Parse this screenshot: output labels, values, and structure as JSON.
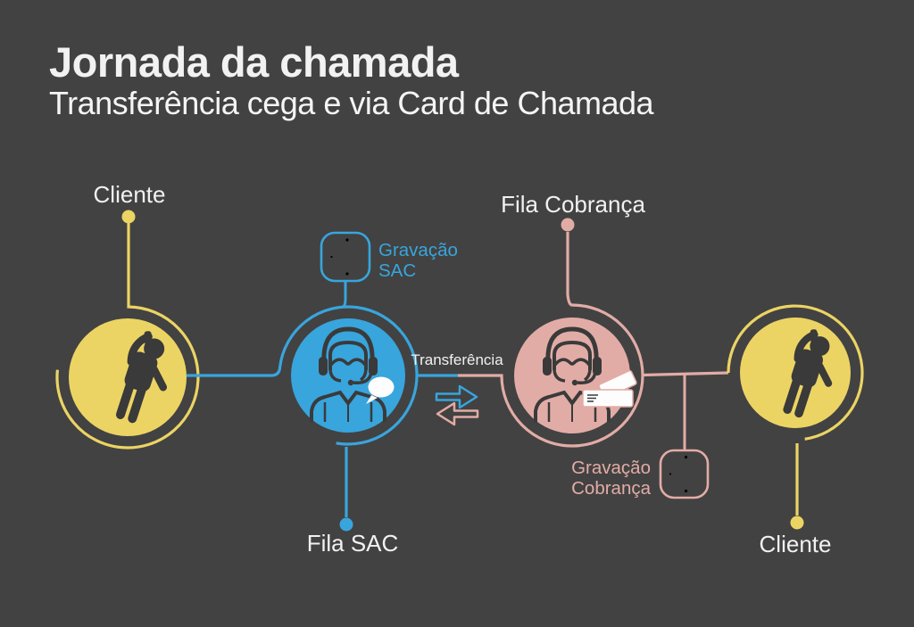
{
  "title": "Jornada da chamada",
  "subtitle": "Transferência cega e via Card de Chamada",
  "labels": {
    "client_start": "Cliente",
    "queue_sac": "Fila SAC",
    "queue_cobranca": "Fila Cobrança",
    "client_end": "Cliente",
    "transfer": "Transferência"
  },
  "recordings": {
    "sac": {
      "line1": "Gravação",
      "line2": "SAC"
    },
    "cobranca": {
      "line1": "Gravação",
      "line2": "Cobrança"
    }
  },
  "colors": {
    "background": "#424242",
    "yellow": "#ecd464",
    "blue": "#38a5dd",
    "pink": "#e2aca6",
    "icon_dark": "#3a3a3a",
    "text": "#f1f1f1",
    "white": "#fdfdfd"
  }
}
